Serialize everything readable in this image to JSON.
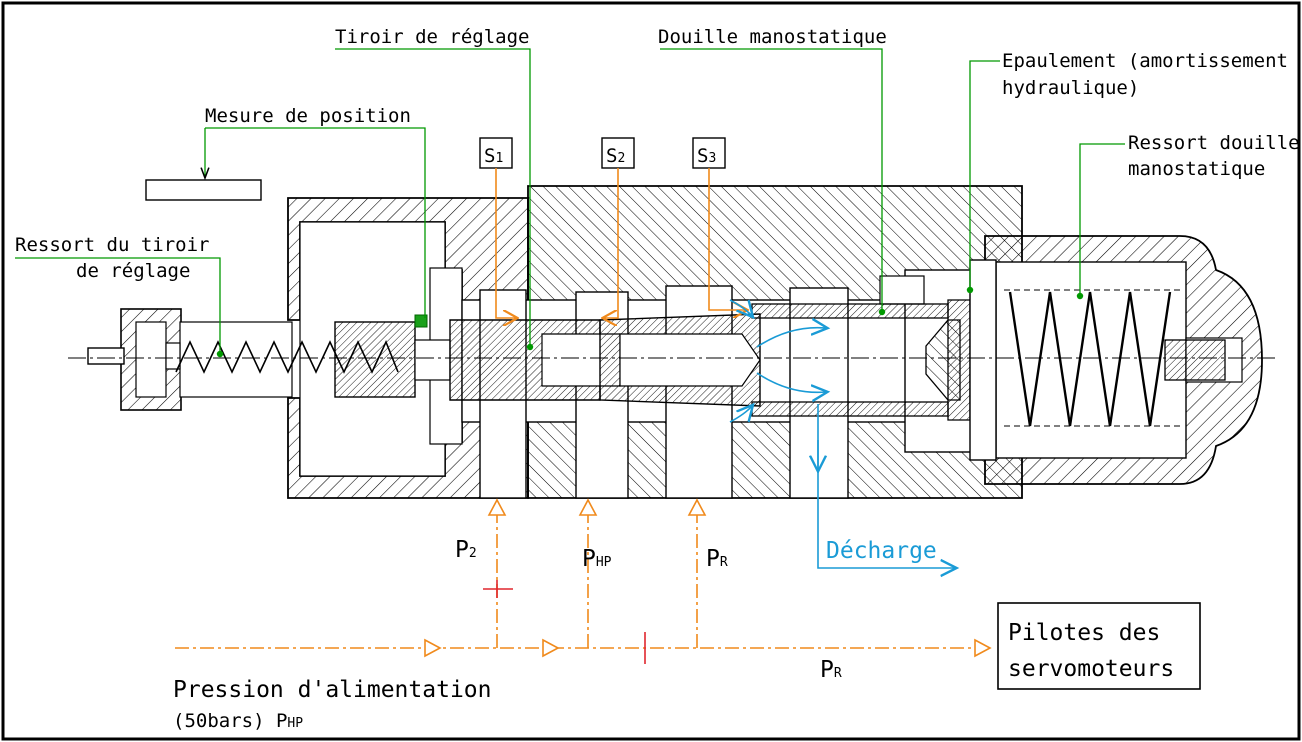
{
  "labels": {
    "tiroir_reglage": "Tiroir de réglage",
    "douille": "Douille manostatique",
    "epaulement_1": "Epaulement (amortissement",
    "epaulement_2": "hydraulique)",
    "mesure": "Mesure de position",
    "ressort_douille_1": "Ressort douille",
    "ressort_douille_2": "manostatique",
    "ressort_tiroir_1": "Ressort du tiroir",
    "ressort_tiroir_2": "de réglage",
    "s1": "S",
    "s1_sub": "1",
    "s2": "S",
    "s2_sub": "2",
    "s3": "S",
    "s3_sub": "3",
    "p2": "P",
    "p2_sub": "2",
    "php": "P",
    "php_sub": "HP",
    "pr_top": "P",
    "pr_top_sub": "R",
    "pr_bottom": "P",
    "pr_bottom_sub": "R",
    "decharge": "Décharge",
    "pilotes_1": "Pilotes des",
    "pilotes_2": "servomoteurs",
    "pression_1": "Pression d'alimentation",
    "pression_2": "(50bars) P",
    "pression_2_sub": "HP"
  },
  "colors": {
    "leader": "#009900",
    "pressure_line": "#f08a1c",
    "flow": "#1a9bd6",
    "cut_mark": "#e0262e",
    "outline": "#000000"
  }
}
